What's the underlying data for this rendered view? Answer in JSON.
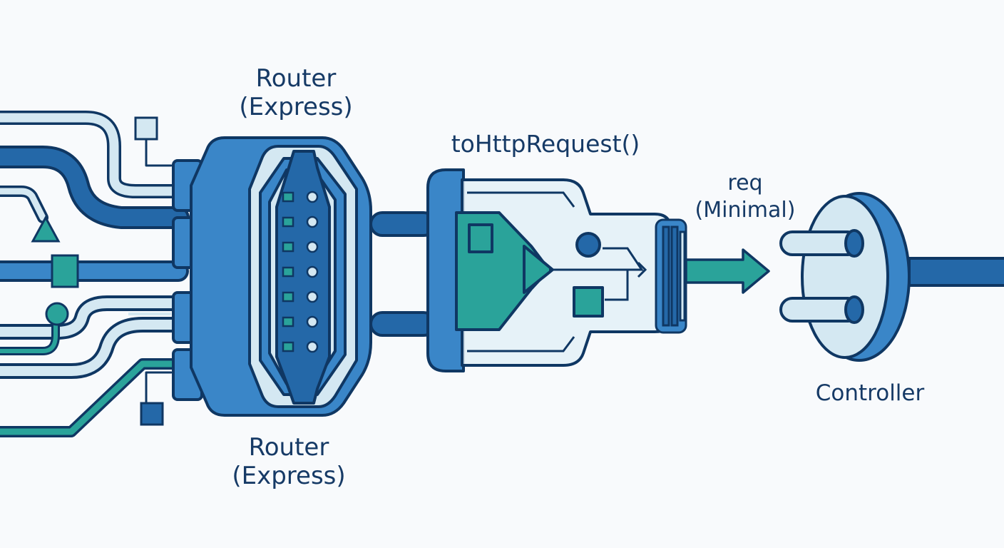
{
  "labels": {
    "router_top_line1": "Router",
    "router_top_line2": "(Express)",
    "router_bottom_line1": "Router",
    "router_bottom_line2": "(Express)",
    "adapter": "toHttpRequest()",
    "req_line1": "req",
    "req_line2": "(Minimal)",
    "controller": "Controller"
  },
  "colors": {
    "outline": "#0f3763",
    "blue": "#3a86c8",
    "dark_blue": "#2468a8",
    "light_blue": "#d4e8f2",
    "teal": "#2aa39a",
    "background": "#f8fafc"
  },
  "icons": [
    "router-connector-icon",
    "adapter-plug-icon",
    "flow-arrow-icon",
    "controller-socket-icon"
  ]
}
